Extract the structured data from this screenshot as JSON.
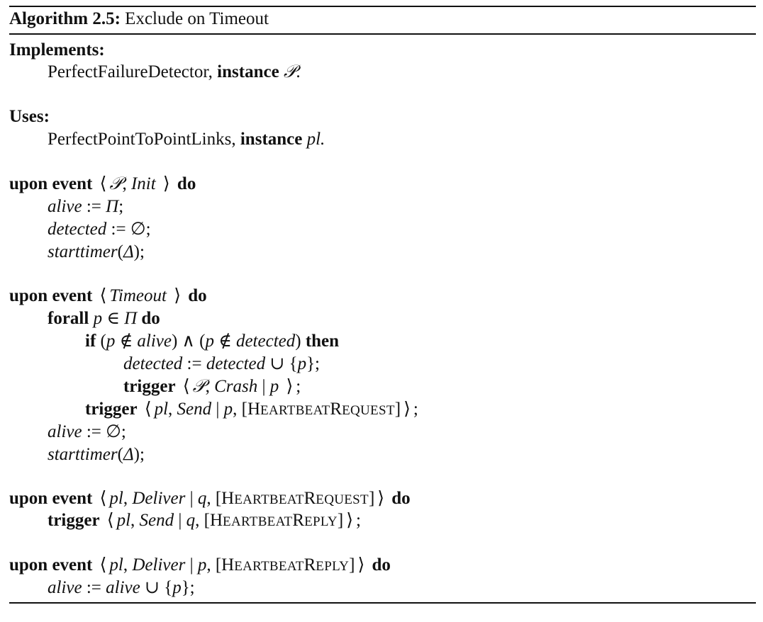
{
  "algorithm": {
    "label": "Algorithm 2.5:",
    "title": "Exclude on Timeout"
  },
  "kw": {
    "implements": "Implements:",
    "uses": "Uses:",
    "instance": "instance",
    "upon_event": "upon event",
    "do": "do",
    "forall": "forall",
    "if": "if",
    "then": "then",
    "trigger": "trigger"
  },
  "abstractions": {
    "implements_name": "PerfectFailureDetector,",
    "implements_inst": "𝒫.",
    "uses_name": "PerfectPointToPointLinks,",
    "uses_inst": "pl."
  },
  "sym": {
    "P": "𝒫",
    "Pi": "Π",
    "Delta": "Δ",
    "empty": "∅",
    "lang": "⟨",
    "rang": "⟩",
    "in": "∈",
    "notin": "∉",
    "and": "∧",
    "union": "∪",
    "assign": ":=",
    "bar": "|"
  },
  "ids": {
    "alive": "alive",
    "detected": "detected",
    "starttimer": "starttimer",
    "init": "Init",
    "timeout": "Timeout",
    "crash": "Crash",
    "send": "Send",
    "deliver": "Deliver",
    "pl": "pl",
    "p": "p",
    "q": "q"
  },
  "messages": {
    "hb_request": {
      "h": "H",
      "eartbeat": "EARTBEAT",
      "r": "R",
      "equest": "EQUEST"
    },
    "hb_reply": {
      "h": "H",
      "eartbeat": "EARTBEAT",
      "r": "R",
      "eply": "EPLY"
    }
  }
}
